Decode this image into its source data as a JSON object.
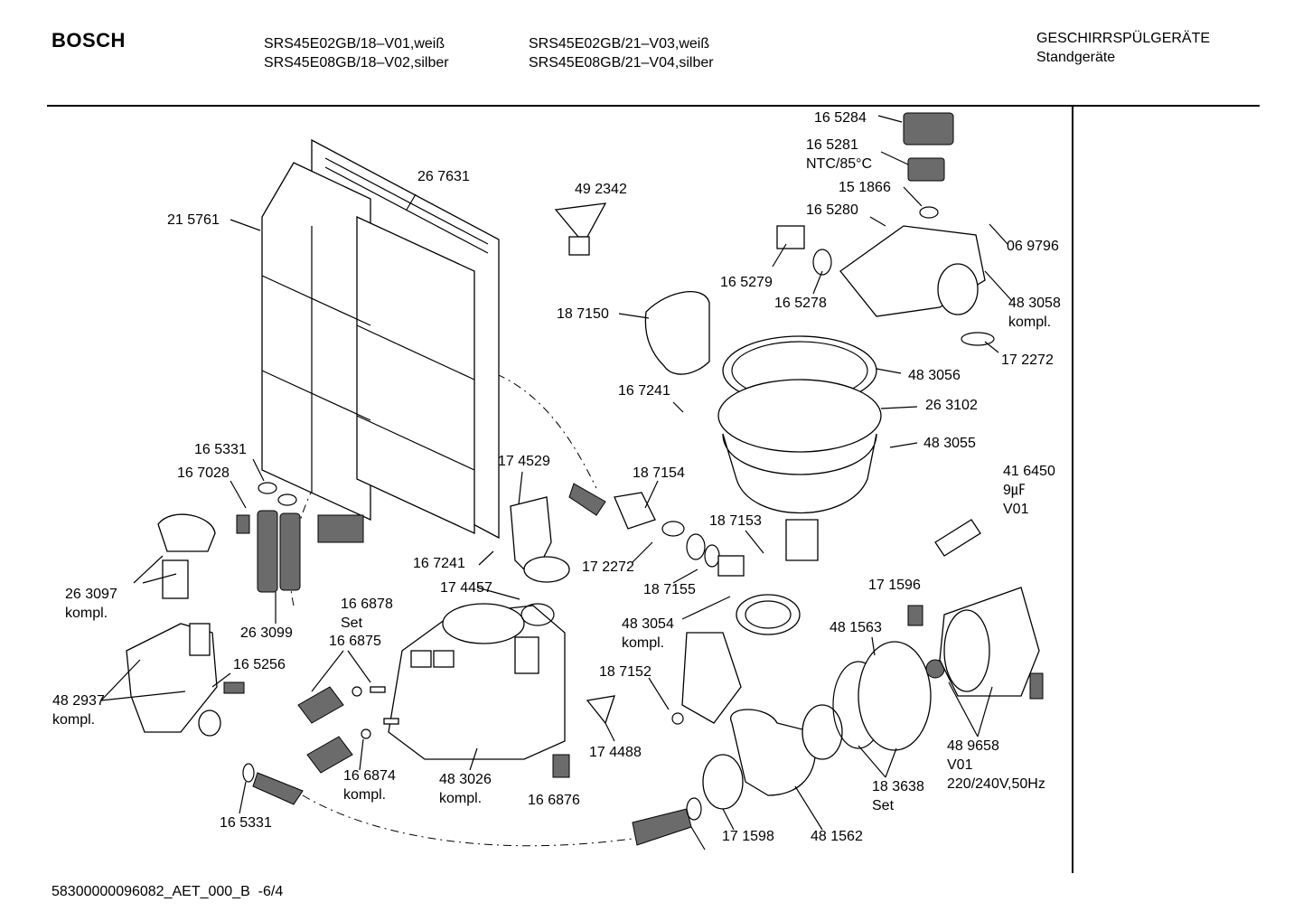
{
  "header": {
    "brand": "BOSCH",
    "models_col1": [
      "SRS45E02GB/18–V01,weiß",
      "SRS45E08GB/18–V02,silber"
    ],
    "models_col2": [
      "SRS45E02GB/21–V03,weiß",
      "SRS45E08GB/21–V04,silber"
    ],
    "category": "GESCHIRRSPÜLGERÄTE",
    "subcategory": "Standgeräte"
  },
  "footer": {
    "doc_id": "58300000096082_AET_000_B",
    "page": "-6/4"
  },
  "parts": [
    {
      "id": "p1",
      "lines": [
        "16 5284"
      ]
    },
    {
      "id": "p2",
      "lines": [
        "16 5281",
        "NTC/85°C"
      ]
    },
    {
      "id": "p3",
      "lines": [
        "15 1866"
      ]
    },
    {
      "id": "p4",
      "lines": [
        "16 5280"
      ]
    },
    {
      "id": "p5",
      "lines": [
        "06 9796"
      ]
    },
    {
      "id": "p6",
      "lines": [
        "16 5279"
      ]
    },
    {
      "id": "p7",
      "lines": [
        "16 5278"
      ]
    },
    {
      "id": "p8",
      "lines": [
        "48 3058",
        "kompl."
      ]
    },
    {
      "id": "p9",
      "lines": [
        "17 2272"
      ]
    },
    {
      "id": "p10",
      "lines": [
        "26 7631"
      ]
    },
    {
      "id": "p11",
      "lines": [
        "49 2342"
      ]
    },
    {
      "id": "p12",
      "lines": [
        "21 5761"
      ]
    },
    {
      "id": "p13",
      "lines": [
        "18 7150"
      ]
    },
    {
      "id": "p14",
      "lines": [
        "48 3056"
      ]
    },
    {
      "id": "p15",
      "lines": [
        "26 3102"
      ]
    },
    {
      "id": "p16",
      "lines": [
        "16 7241"
      ]
    },
    {
      "id": "p17",
      "lines": [
        "48 3055"
      ]
    },
    {
      "id": "p18",
      "lines": [
        "16 5331"
      ]
    },
    {
      "id": "p19",
      "lines": [
        "16 7028"
      ]
    },
    {
      "id": "p20",
      "lines": [
        "17 4529"
      ]
    },
    {
      "id": "p21",
      "lines": [
        "18 7154"
      ]
    },
    {
      "id": "p22",
      "lines": [
        "41 6450",
        "9㎌",
        "V01"
      ]
    },
    {
      "id": "p23",
      "lines": [
        "18 7153"
      ]
    },
    {
      "id": "p24",
      "lines": [
        "16 7241"
      ]
    },
    {
      "id": "p25",
      "lines": [
        "17 2272"
      ]
    },
    {
      "id": "p26",
      "lines": [
        "18 7155"
      ]
    },
    {
      "id": "p27",
      "lines": [
        "26 3097",
        "kompl."
      ]
    },
    {
      "id": "p28",
      "lines": [
        "17 4457"
      ]
    },
    {
      "id": "p29",
      "lines": [
        "17 1596"
      ]
    },
    {
      "id": "p30",
      "lines": [
        "16 6878",
        "Set"
      ]
    },
    {
      "id": "p31",
      "lines": [
        "26 3099"
      ]
    },
    {
      "id": "p32",
      "lines": [
        "48 3054",
        "kompl."
      ]
    },
    {
      "id": "p33",
      "lines": [
        "48 1563"
      ]
    },
    {
      "id": "p34",
      "lines": [
        "16 6875"
      ]
    },
    {
      "id": "p35",
      "lines": [
        "16 5256"
      ]
    },
    {
      "id": "p36",
      "lines": [
        "18 7152"
      ]
    },
    {
      "id": "p37",
      "lines": [
        "48 2937",
        "kompl."
      ]
    },
    {
      "id": "p38",
      "lines": [
        "17 4488"
      ]
    },
    {
      "id": "p39",
      "lines": [
        "48 9658",
        "V01",
        "220/240V,50Hz"
      ]
    },
    {
      "id": "p40",
      "lines": [
        "16 6874",
        "kompl."
      ]
    },
    {
      "id": "p41",
      "lines": [
        "48 3026",
        "kompl."
      ]
    },
    {
      "id": "p42",
      "lines": [
        "16 6876"
      ]
    },
    {
      "id": "p43",
      "lines": [
        "18 3638",
        "Set"
      ]
    },
    {
      "id": "p44",
      "lines": [
        "16 5331"
      ]
    },
    {
      "id": "p45",
      "lines": [
        "17 1598"
      ]
    },
    {
      "id": "p46",
      "lines": [
        "48 1562"
      ]
    }
  ]
}
